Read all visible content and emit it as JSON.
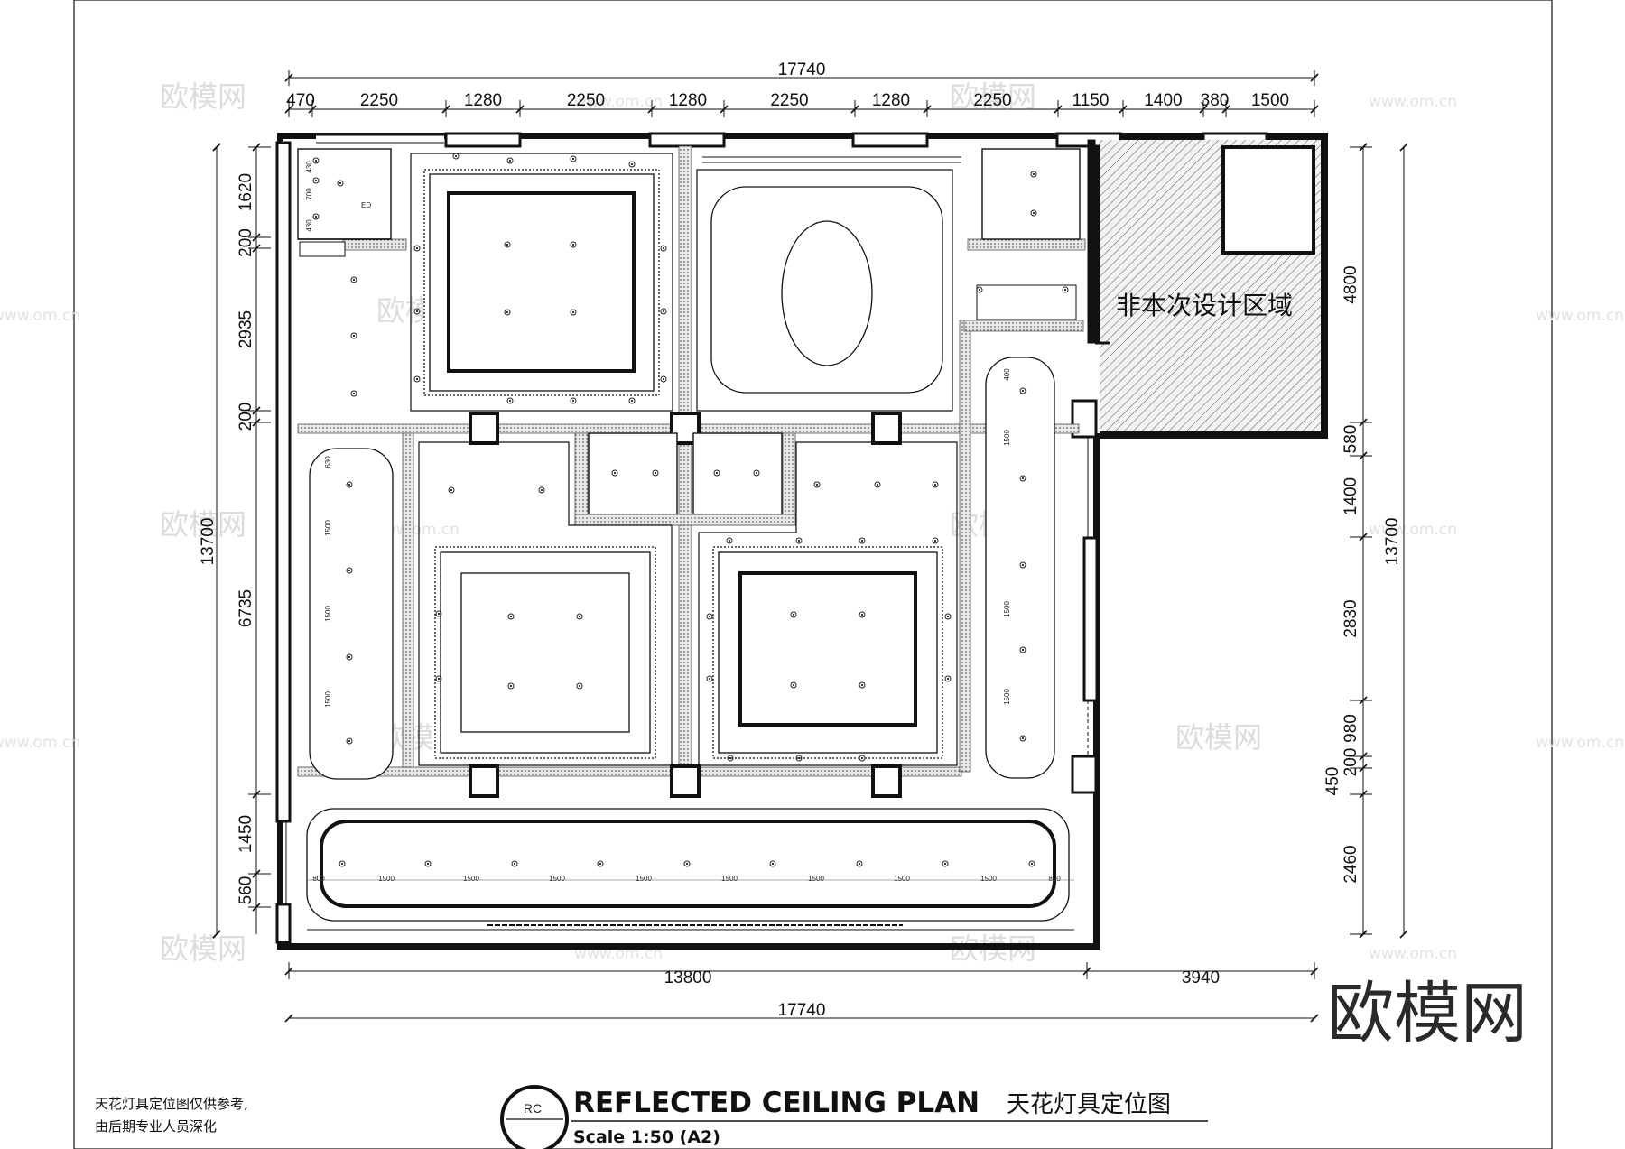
{
  "title": {
    "en": "REFLECTED  CEILING  PLAN",
    "cn": "天花灯具定位图",
    "scale": "Scale  1:50  (A2)",
    "symbol": "RC"
  },
  "notes": {
    "line1": "天花灯具定位图仅供参考,",
    "line2": "由后期专业人员深化"
  },
  "area_label": "非本次设计区域",
  "logo": "欧模网",
  "watermark": {
    "text": "欧模网",
    "url": "www.om.cn"
  },
  "dimensions": {
    "top_total": "17740",
    "top_segments": [
      "470",
      "2250",
      "1280",
      "2250",
      "1280",
      "2250",
      "1280",
      "2250",
      "1150",
      "1400",
      "380",
      "1500"
    ],
    "bottom_segments": [
      "13800",
      "3940"
    ],
    "bottom_total": "17740",
    "left_total": "13700",
    "left_segments": [
      "1620",
      "200",
      "2935",
      "200",
      "6735",
      "1450",
      "560"
    ],
    "right_total": "13700",
    "right_segments": [
      "4800",
      "580",
      "1400",
      "2830",
      "980",
      "200",
      "450",
      "2460"
    ]
  },
  "spacing_labels": {
    "top_left_room": [
      "430",
      "700",
      "430",
      "ED"
    ],
    "left_strip": [
      "630",
      "1500",
      "1500",
      "1500"
    ],
    "right_strip": [
      "400",
      "1500",
      "1500",
      "1500"
    ],
    "bottom_strip": [
      "800",
      "1500",
      "1500",
      "1500",
      "1500",
      "1500",
      "1500",
      "1500",
      "1500",
      "800"
    ]
  }
}
